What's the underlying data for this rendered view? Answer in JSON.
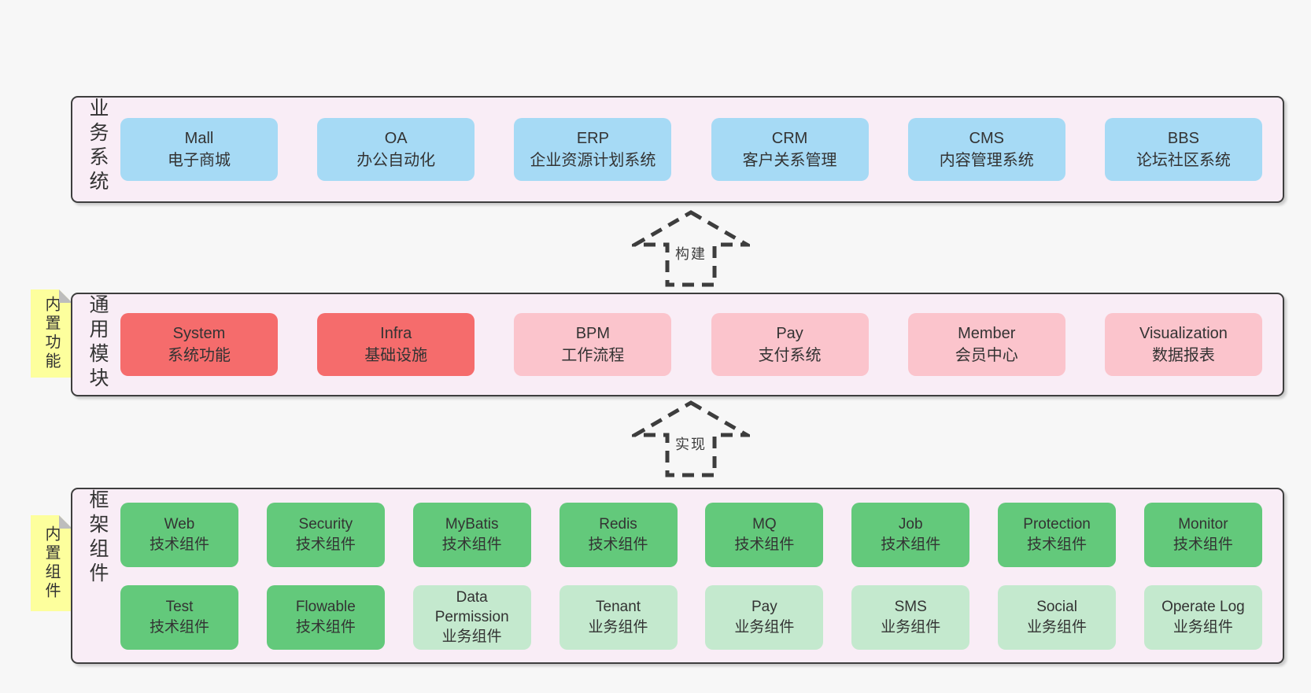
{
  "colors": {
    "page_background": "#f7f7f7",
    "layer_background": "#f9edf6",
    "layer_border": "#3e3e3e",
    "blue_box": "#a6daf5",
    "red_box": "#f56c6c",
    "pink_box": "#fbc4cc",
    "green_box": "#63c97b",
    "light_green_box": "#c4e9ce",
    "sticky_note": "#fdff9d",
    "text": "#333333"
  },
  "arrows": [
    {
      "label": "构建"
    },
    {
      "label": "实现"
    }
  ],
  "layers": [
    {
      "label": "业务系统",
      "items": [
        {
          "name": "Mall",
          "desc": "电子商城"
        },
        {
          "name": "OA",
          "desc": "办公自动化"
        },
        {
          "name": "ERP",
          "desc": "企业资源计划系统"
        },
        {
          "name": "CRM",
          "desc": "客户关系管理"
        },
        {
          "name": "CMS",
          "desc": "内容管理系统"
        },
        {
          "name": "BBS",
          "desc": "论坛社区系统"
        }
      ]
    },
    {
      "label": "通用模块",
      "sticky_note": "内置功能",
      "items": [
        {
          "name": "System",
          "desc": "系统功能"
        },
        {
          "name": "Infra",
          "desc": "基础设施"
        },
        {
          "name": "BPM",
          "desc": "工作流程"
        },
        {
          "name": "Pay",
          "desc": "支付系统"
        },
        {
          "name": "Member",
          "desc": "会员中心"
        },
        {
          "name": "Visualization",
          "desc": "数据报表"
        }
      ]
    },
    {
      "label": "框架组件",
      "sticky_note": "内置组件",
      "rows": [
        [
          {
            "name": "Web",
            "desc": "技术组件"
          },
          {
            "name": "Security",
            "desc": "技术组件"
          },
          {
            "name": "MyBatis",
            "desc": "技术组件"
          },
          {
            "name": "Redis",
            "desc": "技术组件"
          },
          {
            "name": "MQ",
            "desc": "技术组件"
          },
          {
            "name": "Job",
            "desc": "技术组件"
          },
          {
            "name": "Protection",
            "desc": "技术组件"
          },
          {
            "name": "Monitor",
            "desc": "技术组件"
          }
        ],
        [
          {
            "name": "Test",
            "desc": "技术组件"
          },
          {
            "name": "Flowable",
            "desc": "技术组件"
          },
          {
            "name": "Data Permission",
            "desc": "业务组件"
          },
          {
            "name": "Tenant",
            "desc": "业务组件"
          },
          {
            "name": "Pay",
            "desc": "业务组件"
          },
          {
            "name": "SMS",
            "desc": "业务组件"
          },
          {
            "name": "Social",
            "desc": "业务组件"
          },
          {
            "name": "Operate Log",
            "desc": "业务组件"
          }
        ]
      ]
    }
  ]
}
